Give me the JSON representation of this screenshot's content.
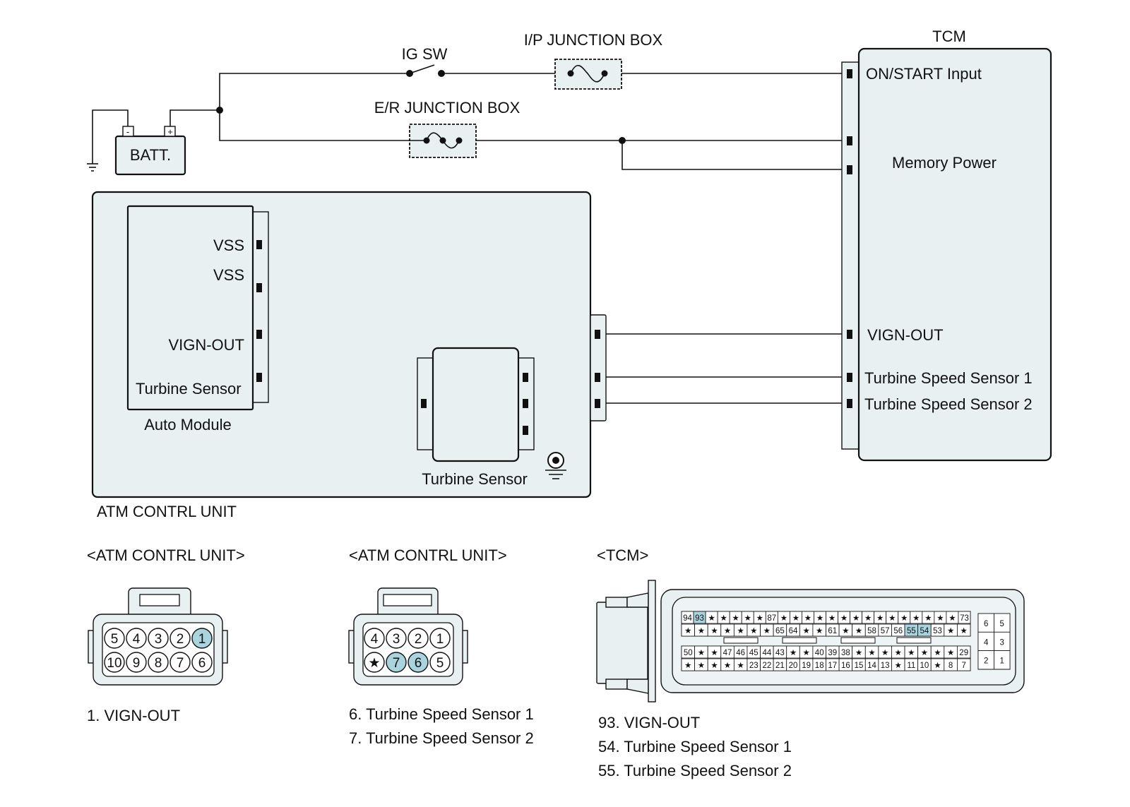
{
  "labels": {
    "ig_sw": "IG SW",
    "ip_junction_box": "I/P JUNCTION BOX",
    "er_junction_box": "E/R JUNCTION BOX",
    "tcm": "TCM",
    "batt": "BATT.",
    "batt_minus": "-",
    "batt_plus": "+",
    "on_start_input": "ON/START Input",
    "memory_power": "Memory Power",
    "vss_1": "VSS",
    "vss_2": "VSS",
    "vign_out_module": "VIGN-OUT",
    "turbine_sensor_module": "Turbine Sensor",
    "auto_module": "Auto Module",
    "turbine_sensor": "Turbine Sensor",
    "atm_contrl_unit": "ATM CONTRL UNIT",
    "vign_out_tcm": "VIGN-OUT",
    "turbine_speed_sensor_1": "Turbine Speed Sensor 1",
    "turbine_speed_sensor_2": "Turbine Speed Sensor 2"
  },
  "connectors": {
    "c1": {
      "title": "<ATM CONTRL UNIT>",
      "row1": [
        "5",
        "4",
        "3",
        "2",
        "1"
      ],
      "row2": [
        "10",
        "9",
        "8",
        "7",
        "6"
      ],
      "notes": [
        "1. VIGN-OUT"
      ]
    },
    "c2": {
      "title": "<ATM CONTRL UNIT>",
      "row1": [
        "4",
        "3",
        "2",
        "1"
      ],
      "row2": [
        "★",
        "7",
        "6",
        "5"
      ],
      "notes": [
        "6. Turbine Speed Sensor 1",
        "7. Turbine Speed Sensor 2"
      ]
    },
    "tcm": {
      "title": "<TCM>",
      "rows": [
        [
          "94",
          "93",
          "★",
          "★",
          "★",
          "★",
          "★",
          "87",
          "★",
          "★",
          "★",
          "★",
          "★",
          "★",
          "★",
          "★",
          "★",
          "★",
          "★",
          "★",
          "★",
          "★",
          "★",
          "73"
        ],
        [
          "★",
          "★",
          "★",
          "★",
          "★",
          "★",
          "★",
          "65",
          "64",
          "★",
          "★",
          "61",
          "★",
          "★",
          "58",
          "57",
          "56",
          "55",
          "54",
          "53",
          "★",
          "★"
        ],
        [
          "50",
          "★",
          "★",
          "47",
          "46",
          "45",
          "44",
          "43",
          "★",
          "★",
          "40",
          "39",
          "38",
          "★",
          "★",
          "★",
          "★",
          "★",
          "★",
          "★",
          "★",
          "29"
        ],
        [
          "★",
          "★",
          "★",
          "★",
          "★",
          "23",
          "22",
          "21",
          "20",
          "19",
          "18",
          "17",
          "16",
          "15",
          "14",
          "13",
          "★",
          "11",
          "10",
          "★",
          "8",
          "7"
        ]
      ],
      "side": [
        [
          "6",
          "5"
        ],
        [
          "4",
          "3"
        ],
        [
          "2",
          "1"
        ]
      ],
      "notes": [
        "93. VIGN-OUT",
        "54. Turbine Speed Sensor 1",
        "55. Turbine Speed Sensor 2"
      ]
    }
  },
  "colors": {
    "panel": "#e9f0f1",
    "highlight": "#a9d3dd",
    "line": "#111111"
  }
}
